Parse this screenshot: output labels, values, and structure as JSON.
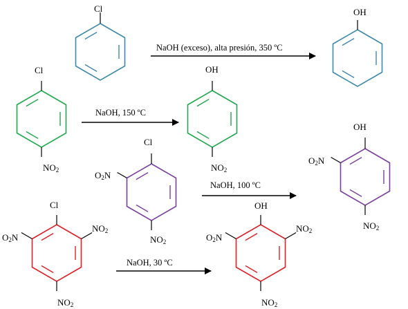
{
  "colors": {
    "blue": "#3e88a8",
    "green": "#1fa84e",
    "purple": "#7a3f9e",
    "red": "#de1f26",
    "bond": "#000000"
  },
  "groups": {
    "cl": "Cl",
    "oh": "OH",
    "o2n_prefix": "O",
    "no2_prefix": "NO",
    "n_suffix": "N",
    "sub2": "2"
  },
  "reactions": [
    {
      "conditions": "NaOH (exceso), alta presión, 350 ºC",
      "reactant_color": "blue",
      "product_color": "blue"
    },
    {
      "conditions": "NaOH, 150 ºC",
      "reactant_color": "green",
      "product_color": "green"
    },
    {
      "conditions": "NaOH, 100 ºC",
      "reactant_color": "purple",
      "product_color": "purple"
    },
    {
      "conditions": "NaOH, 30 ºC",
      "reactant_color": "red",
      "product_color": "red"
    }
  ]
}
